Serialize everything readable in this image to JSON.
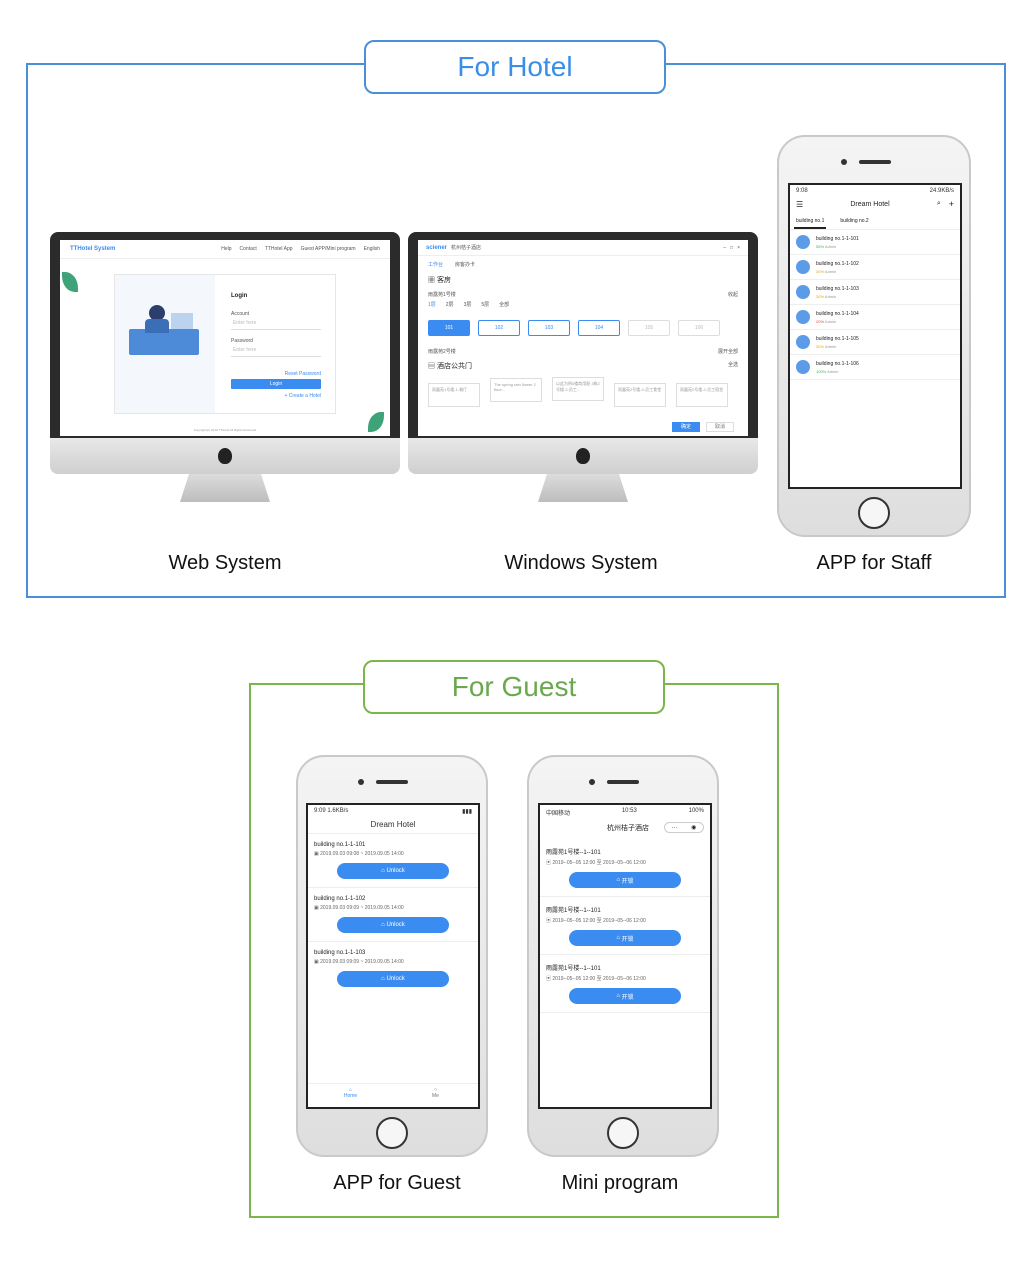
{
  "hotel_section": {
    "title": "For Hotel",
    "captions": [
      "Web System",
      "Windows System",
      "APP for Staff"
    ]
  },
  "guest_section": {
    "title": "For Guest",
    "captions": [
      "APP for Guest",
      "Mini program"
    ]
  },
  "web_system": {
    "logo": "TTHotel System",
    "nav": [
      "Help",
      "Contact",
      "TTHotel App",
      "Guest APP/Mini program",
      "English"
    ],
    "login_title": "Login",
    "account_label": "Account",
    "account_placeholder": "Enter here",
    "password_label": "Password",
    "password_placeholder": "Enter here",
    "reset_link": "Reset Password",
    "login_button": "Login",
    "create_link": "+ Create a Hotel",
    "footer": "Copyright(c) 2019 TTHotel All Rights Reserved"
  },
  "windows_system": {
    "brand": "sciener",
    "hotel_name": "杭州桔子酒店",
    "tabs": [
      "工作台",
      "房客办卡"
    ],
    "rooms_heading": "客房",
    "building1": "雨露苑1号楼",
    "floors": [
      "1层",
      "2层",
      "3层",
      "5层",
      "全部"
    ],
    "expand1": "收起",
    "rooms": [
      "101",
      "102",
      "103",
      "104",
      "105",
      "106"
    ],
    "building2": "雨露苑2号楼",
    "expand2": "展开全部",
    "public_heading": "酒店公共门",
    "select_all": "全选",
    "public_doors": [
      "雨露苑1号楼-1-餐厅",
      "The spring rain flower 2 floor...",
      "以此为例5楼商用配 3栋2号楼-2-员工...",
      "雨露苑2号楼-2-员工食堂",
      "雨露苑2号楼-2-员工宿舍"
    ],
    "confirm": "确定",
    "cancel": "取消"
  },
  "staff_app": {
    "status_time": "9:08",
    "status_speed": "24.9KB/s",
    "title": "Dream Hotel",
    "tabs": [
      "building no.1",
      "building no.2"
    ],
    "rooms": [
      {
        "name": "building no.1-1-101",
        "battery": "55%",
        "role": "Admin",
        "color": "#2ebc5a"
      },
      {
        "name": "building no.1-1-102",
        "battery": "30%",
        "role": "Admin",
        "color": "#f2a200"
      },
      {
        "name": "building no.1-1-103",
        "battery": "30%",
        "role": "Admin",
        "color": "#f2a200"
      },
      {
        "name": "building no.1-1-104",
        "battery": "20%",
        "role": "Admin",
        "color": "#e54545"
      },
      {
        "name": "building no.1-1-105",
        "battery": "30%",
        "role": "Admin",
        "color": "#f2a200"
      },
      {
        "name": "building no.1-1-106",
        "battery": "100%",
        "role": "Admin",
        "color": "#2ebc5a"
      }
    ]
  },
  "guest_app": {
    "status_time": "9:09",
    "status_speed": "1.6KB/s",
    "title": "Dream Hotel",
    "rooms": [
      {
        "name": "building no.1-1-101",
        "period": "2019.09.03 09:08 ~ 2019.09.05 14:00",
        "button": "Unlock"
      },
      {
        "name": "building no.1-1-102",
        "period": "2019.09.03 09:09 ~ 2019.09.05 14:00",
        "button": "Unlock"
      },
      {
        "name": "building no.1-1-103",
        "period": "2019.09.03 09:09 ~ 2019.09.05 14:00",
        "button": "Unlock"
      }
    ],
    "nav": [
      "Home",
      "Me"
    ]
  },
  "mini_program": {
    "carrier": "中国移动",
    "status_time": "10:53",
    "battery": "100%",
    "title": "杭州桔子酒店",
    "rooms": [
      {
        "name": "雨露苑1号楼--1--101",
        "period": "2019--05--05 12:00 至 2019--05--06 12:00",
        "button": "开锁"
      },
      {
        "name": "雨露苑1号楼--1--101",
        "period": "2019--05--05 12:00 至 2019--05--06 12:00",
        "button": "开锁"
      },
      {
        "name": "雨露苑1号楼--1--101",
        "period": "2019--05--05 12:00 至 2019--05--06 12:00",
        "button": "开锁"
      }
    ]
  }
}
